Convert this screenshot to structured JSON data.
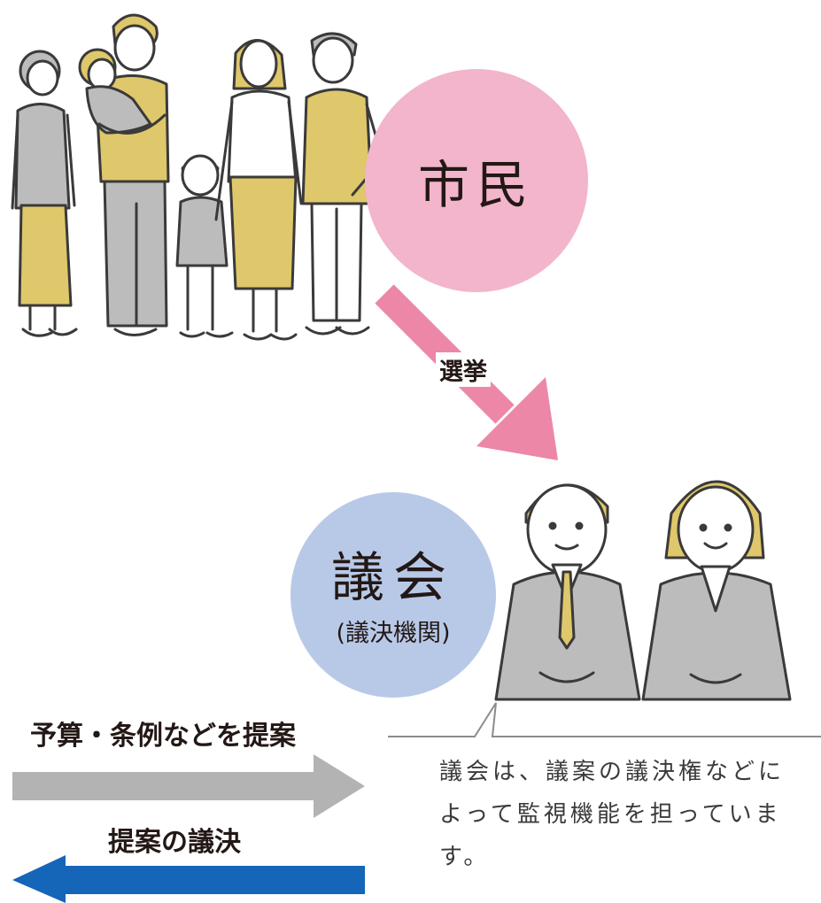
{
  "citizens": {
    "label": "市民",
    "circle_color": "#f2b5cb"
  },
  "election": {
    "label": "選挙",
    "arrow_color": "#ec87a7"
  },
  "council": {
    "label": "議会",
    "sublabel": "(議決機関)",
    "circle_color": "#b8c9e8"
  },
  "propose": {
    "label": "予算・条例などを提案",
    "arrow_color": "#b3b3b3"
  },
  "resolve": {
    "label": "提案の議決",
    "arrow_color": "#1565b8"
  },
  "note": {
    "text": "議会は、議案の議決権などによって監視機能を担っています。"
  },
  "illustration_colors": {
    "mustard": "#dfc76b",
    "gray": "#bcbcbc",
    "line": "#3a3a3a"
  }
}
